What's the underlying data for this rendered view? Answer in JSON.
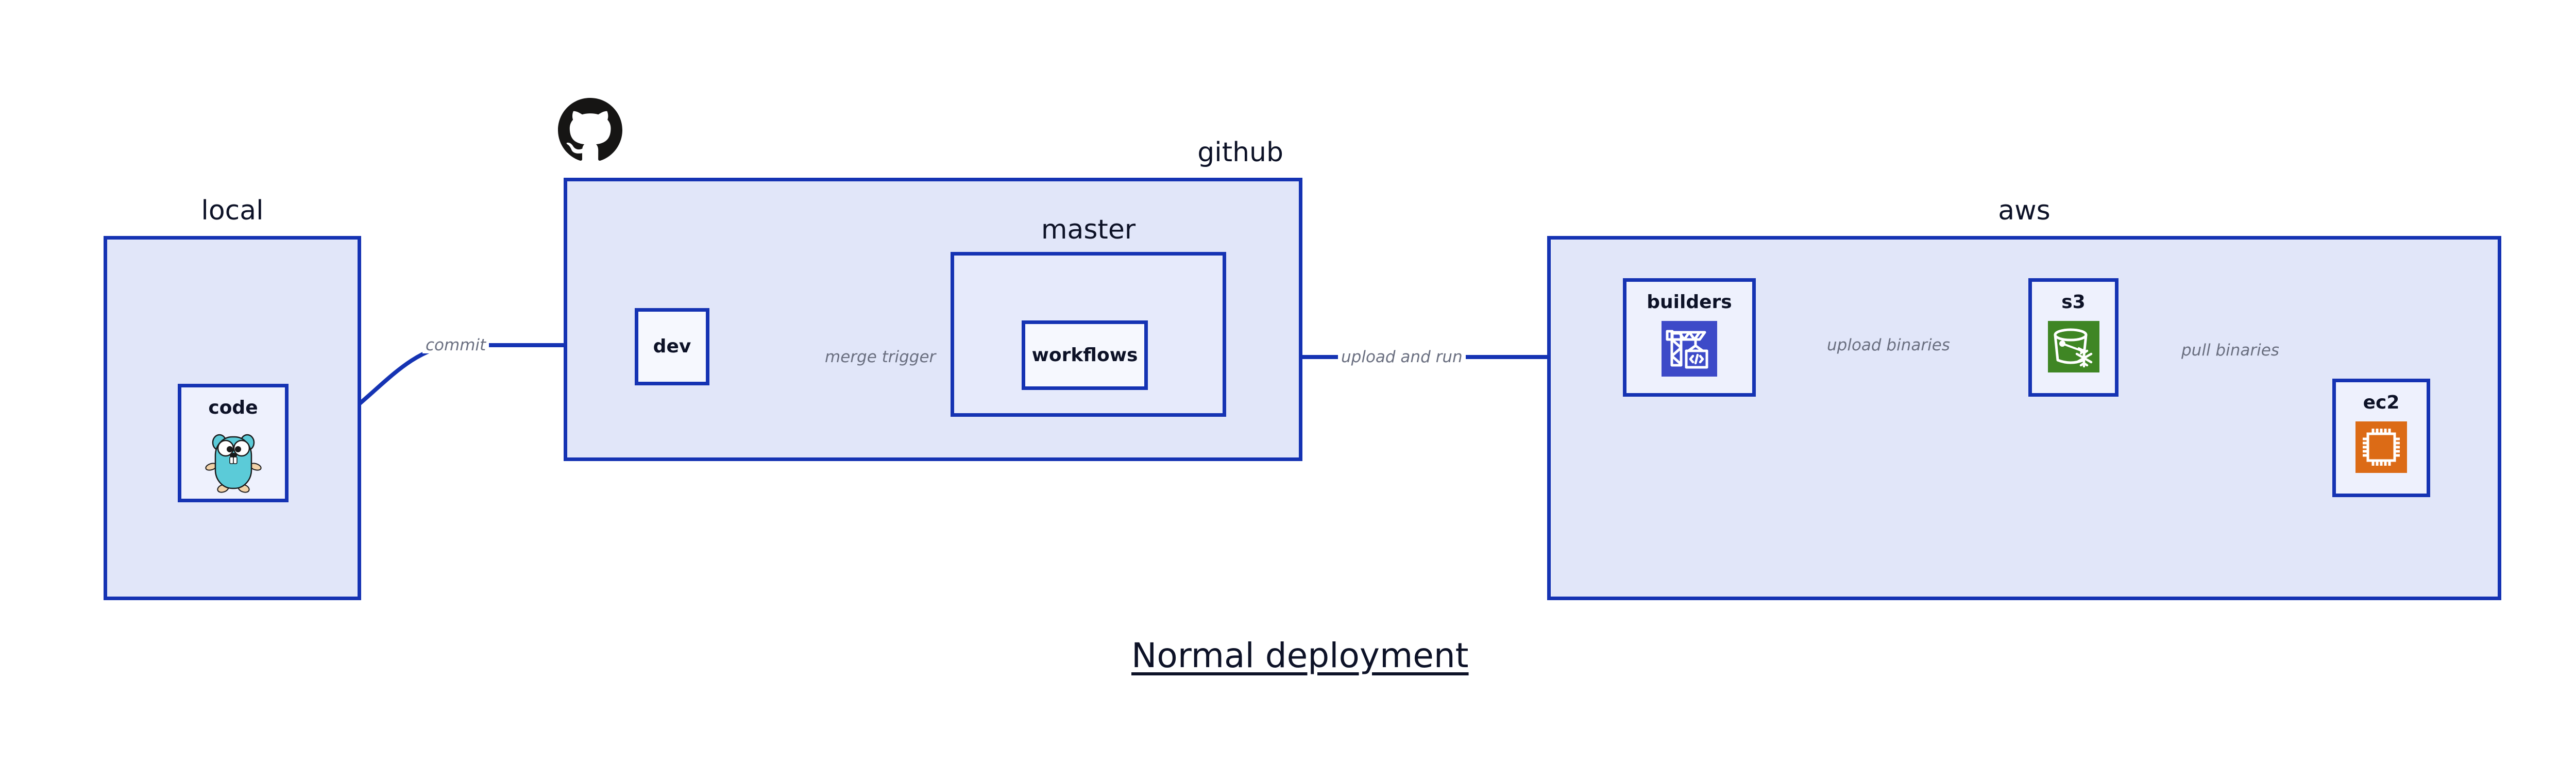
{
  "diagram": {
    "title": "Normal deployment",
    "colors": {
      "group_border": "#1533b3",
      "group_fill": "#e1e6f9",
      "group_inner_fill": "#e6eafb",
      "node_fill": "#eef1fd",
      "node_white_fill": "#f6f8fe",
      "text": "#0d1227",
      "edge_label": "#6a6f80",
      "codebuild_icon": "#3d4ac8",
      "s3_icon": "#3f8624",
      "ec2_icon": "#dc6b16",
      "gopher": "#5bcbd8",
      "github_mark": "#161514"
    }
  },
  "groups": [
    {
      "id": "local",
      "label": "local",
      "label_align": "center"
    },
    {
      "id": "github",
      "label": "github",
      "label_align": "right"
    },
    {
      "id": "master",
      "label": "master",
      "label_align": "center"
    },
    {
      "id": "aws",
      "label": "aws",
      "label_align": "center"
    }
  ],
  "nodes": [
    {
      "id": "code",
      "label": "code",
      "icon": "go-gopher-icon"
    },
    {
      "id": "dev",
      "label": "dev",
      "icon": "none"
    },
    {
      "id": "workflows",
      "label": "workflows",
      "icon": "none"
    },
    {
      "id": "builders",
      "label": "builders",
      "icon": "aws-codebuild-icon"
    },
    {
      "id": "s3",
      "label": "s3",
      "icon": "aws-s3-glacier-icon"
    },
    {
      "id": "ec2",
      "label": "ec2",
      "icon": "aws-ec2-icon"
    }
  ],
  "edges": [
    {
      "id": "commit",
      "from": "code",
      "to": "dev",
      "label": "commit"
    },
    {
      "id": "merge-trigger",
      "from": "dev",
      "to": "workflows",
      "label": "merge trigger"
    },
    {
      "id": "upload-and-run",
      "from": "workflows",
      "to": "builders",
      "label": "upload and run"
    },
    {
      "id": "upload-binaries",
      "from": "builders",
      "to": "s3",
      "label": "upload binaries"
    },
    {
      "id": "pull-binaries",
      "from": "s3",
      "to": "ec2",
      "label": "pull binaries"
    }
  ],
  "logos": [
    {
      "id": "github-mark",
      "name": "github-octocat-logo"
    }
  ]
}
